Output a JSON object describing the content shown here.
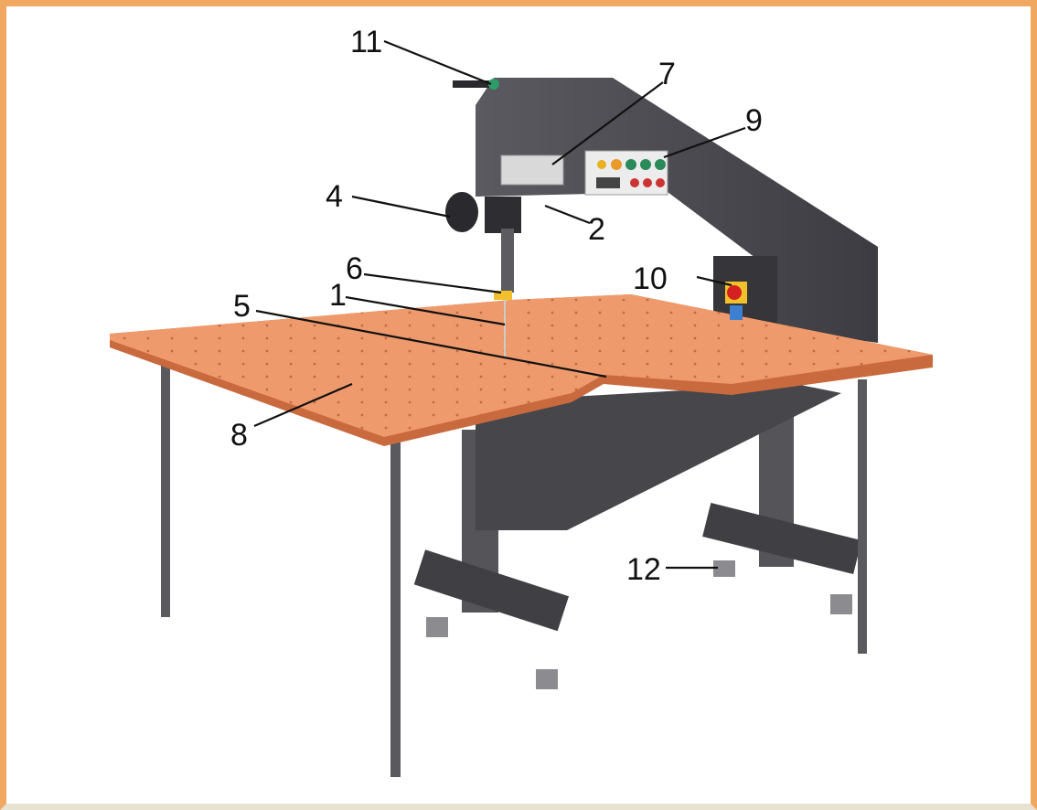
{
  "colors": {
    "frame": "#f0a760",
    "table_top": "#ef9a6c",
    "table_edge": "#c9693e",
    "machine_body": "#4a4a4f",
    "machine_dark": "#2e2e32",
    "legs": "#5a5a5e"
  },
  "callouts": [
    {
      "id": "1",
      "label": "1"
    },
    {
      "id": "2",
      "label": "2"
    },
    {
      "id": "4",
      "label": "4"
    },
    {
      "id": "5",
      "label": "5"
    },
    {
      "id": "6",
      "label": "6"
    },
    {
      "id": "7",
      "label": "7"
    },
    {
      "id": "8",
      "label": "8"
    },
    {
      "id": "9",
      "label": "9"
    },
    {
      "id": "10",
      "label": "10"
    },
    {
      "id": "11",
      "label": "11"
    },
    {
      "id": "12",
      "label": "12"
    }
  ]
}
